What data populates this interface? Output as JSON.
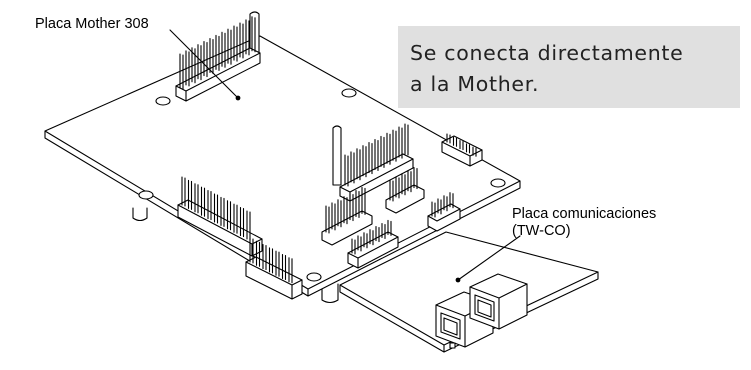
{
  "labels": {
    "mother_board": "Placa Mother 308",
    "comms_board_line1": "Placa comunicaciones",
    "comms_board_line2": "(TW-CO)"
  },
  "note": {
    "line1": "Se conecta  directamente",
    "line2": "a la Mother.",
    "background": "#e0e0e0"
  },
  "colors": {
    "line": "#000000",
    "paper": "#ffffff"
  }
}
